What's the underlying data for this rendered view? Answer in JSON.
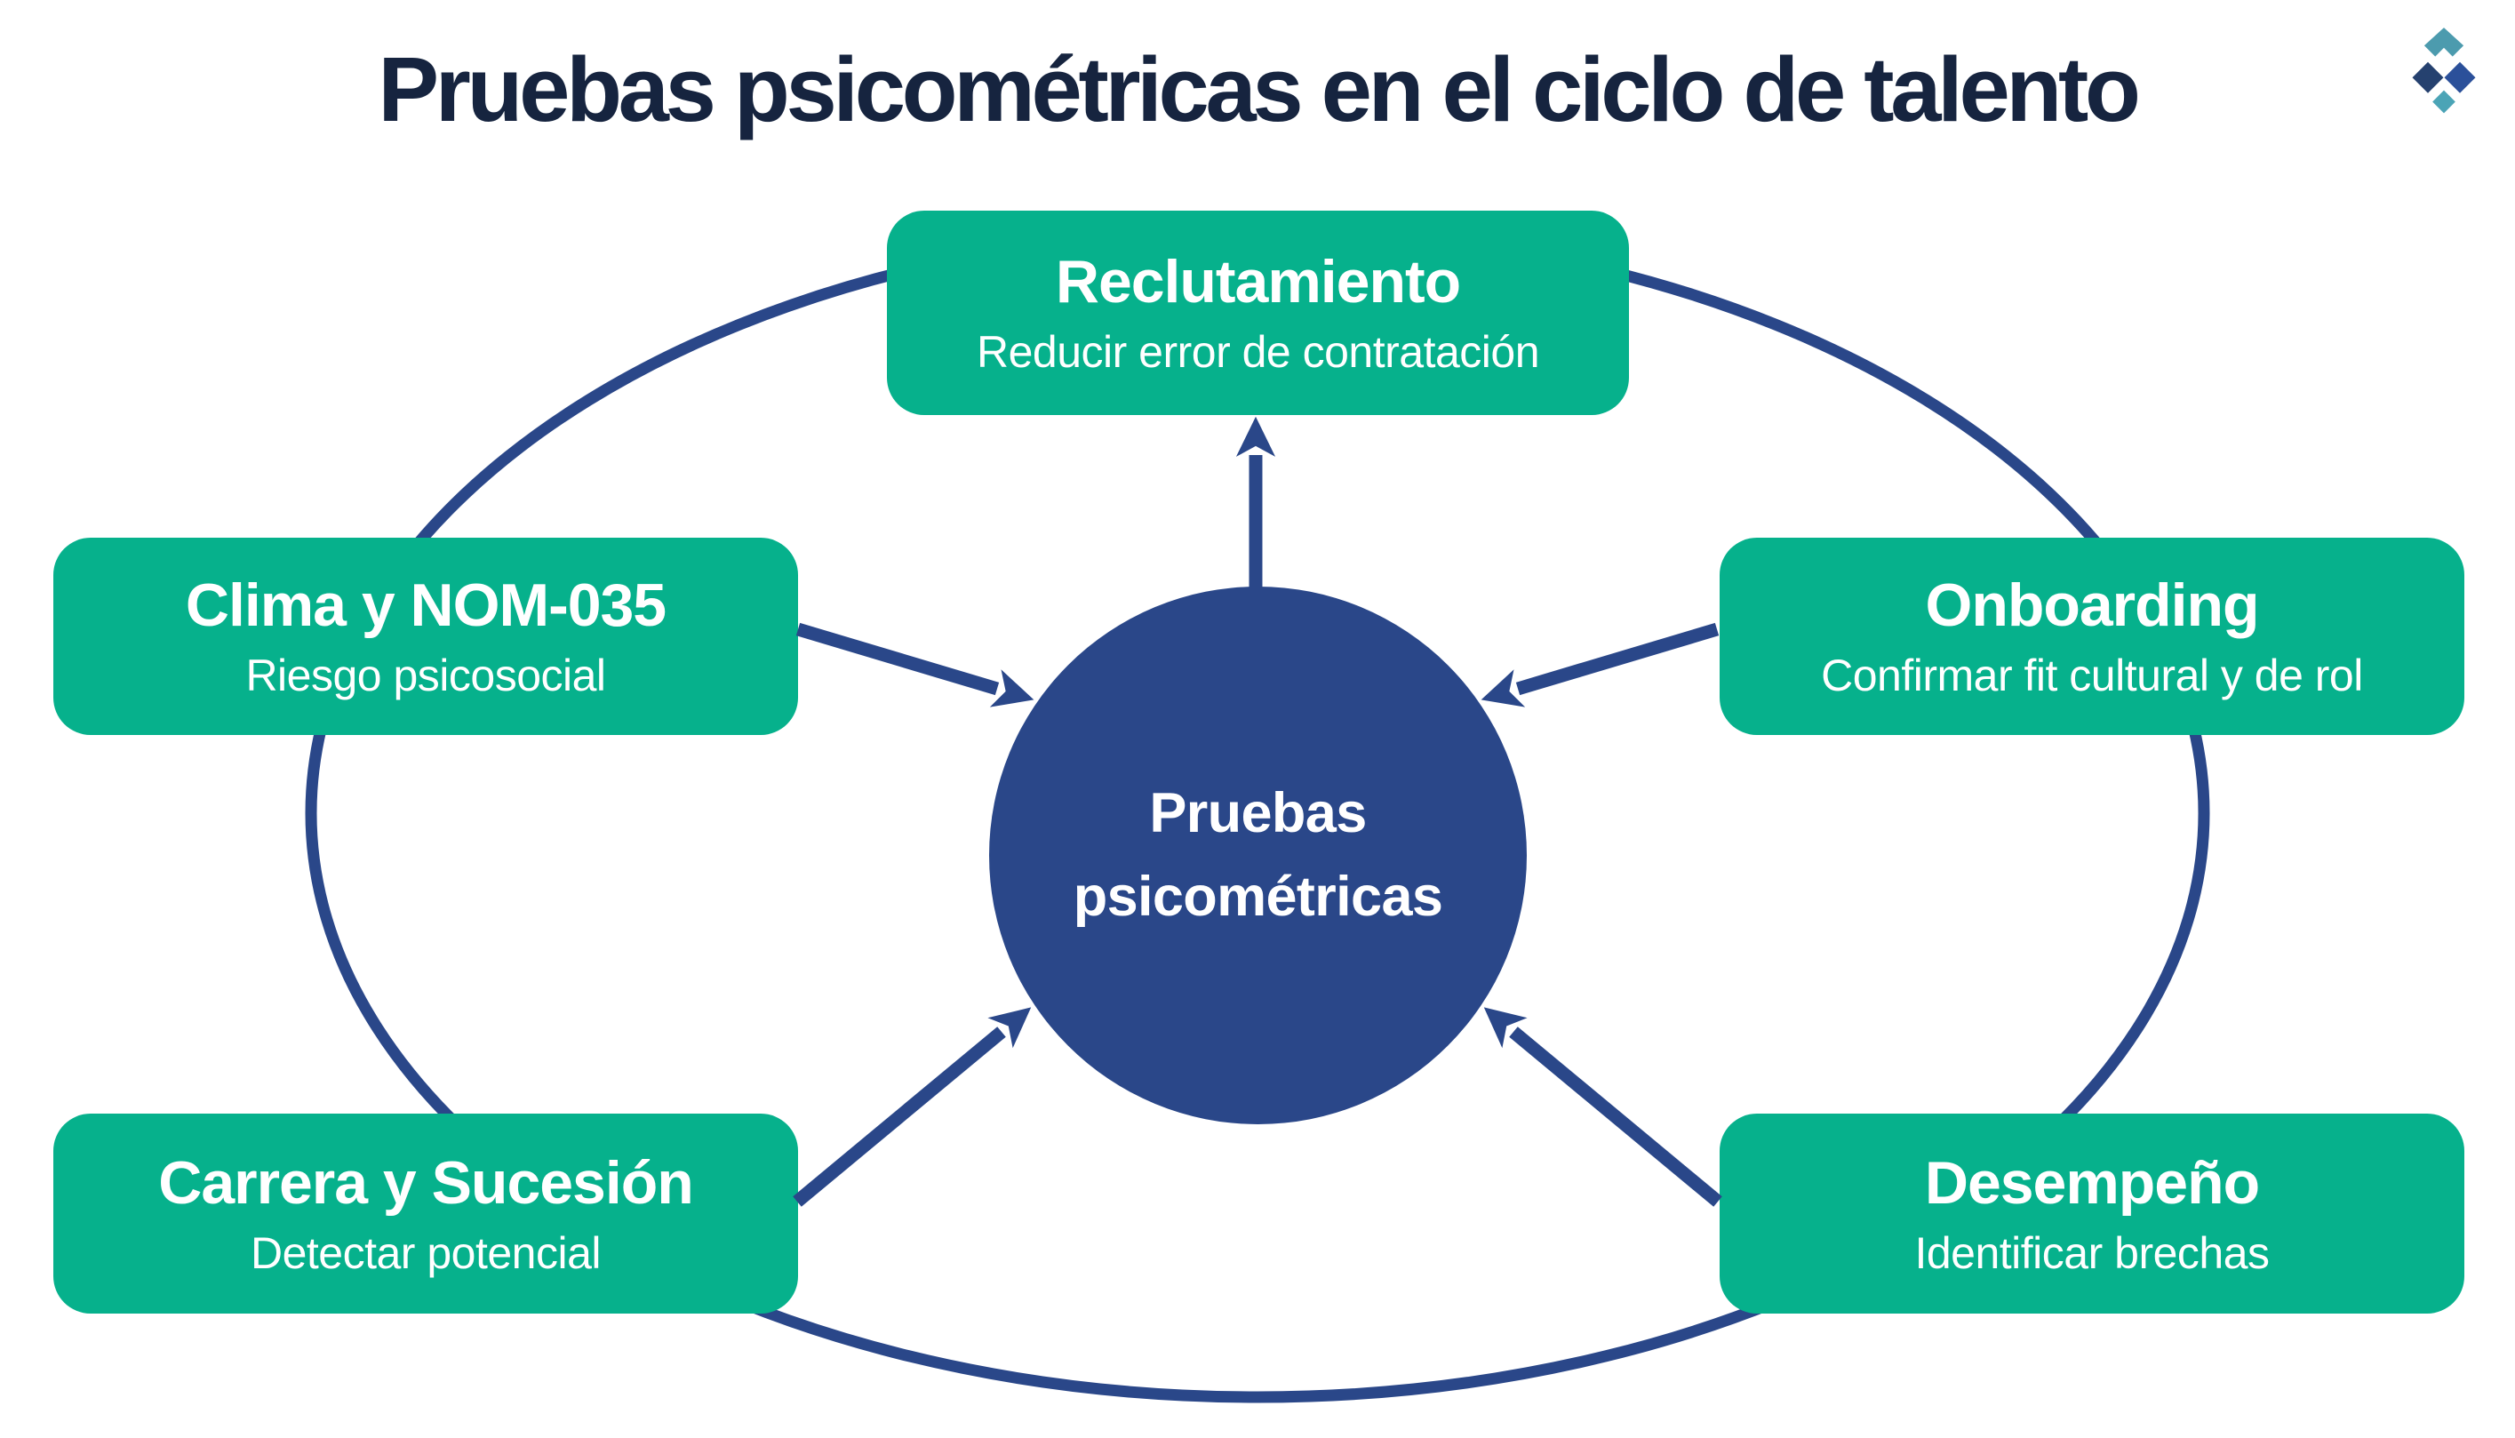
{
  "title": "Pruebas psicométricas en el ciclo de talento",
  "center": {
    "line1": "Pruebas",
    "line2": "psicométricas"
  },
  "nodes": {
    "reclutamiento": {
      "title": "Reclutamiento",
      "subtitle": "Reducir error de contratación"
    },
    "clima": {
      "title": "Clima y NOM-035",
      "subtitle": "Riesgo psicosocial"
    },
    "onboarding": {
      "title": "Onboarding",
      "subtitle": "Confirmar fit cultural y de rol"
    },
    "carrera": {
      "title": "Carrera y Sucesión",
      "subtitle": "Detectar potencial"
    },
    "desempeno": {
      "title": "Desempeño",
      "subtitle": "Identificar brechas"
    }
  },
  "colors": {
    "green": "#06B18C",
    "navy": "#2A4789",
    "title": "#16243F",
    "logo-teal": "#4C9BAE",
    "logo-navy-left": "#25416F",
    "logo-navy-right": "#2B509A",
    "logo-teal-small": "#4BA4B6"
  }
}
